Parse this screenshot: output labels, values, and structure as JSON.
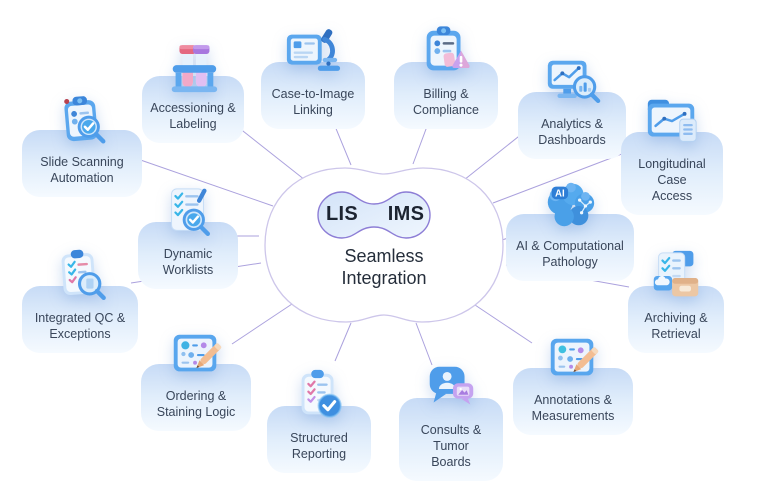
{
  "center": {
    "lis": "LIS",
    "ims": "IMS",
    "title": "Seamless\nIntegration"
  },
  "nodes": [
    {
      "label": "Slide Scanning\nAutomation",
      "icon": "clipboard-scan-magnifier-icon"
    },
    {
      "label": "Accessioning &\nLabeling",
      "icon": "test-tubes-rack-icon"
    },
    {
      "label": "Case-to-Image\nLinking",
      "icon": "document-microscope-icon"
    },
    {
      "label": "Billing &\nCompliance",
      "icon": "clipboard-warning-icon"
    },
    {
      "label": "Analytics &\nDashboards",
      "icon": "monitor-chart-magnifier-icon"
    },
    {
      "label": "Longitudinal Case\nAccess",
      "icon": "folder-timeline-document-icon"
    },
    {
      "label": "AI & Computational\nPathology",
      "icon": "ai-brain-icon",
      "badge": "AI"
    },
    {
      "label": "Archiving &\nRetrieval",
      "icon": "documents-archive-box-icon"
    },
    {
      "label": "Annotations &\nMeasurements",
      "icon": "slide-annotation-pencil-icon"
    },
    {
      "label": "Consults & Tumor\nBoards",
      "icon": "chat-bubbles-person-icon"
    },
    {
      "label": "Structured\nReporting",
      "icon": "clipboard-check-badge-icon"
    },
    {
      "label": "Ordering &\nStaining Logic",
      "icon": "slide-staining-pencil-icon"
    },
    {
      "label": "Integrated QC &\nExceptions",
      "icon": "clipboard-qc-magnifier-icon"
    },
    {
      "label": "Dynamic\nWorklists",
      "icon": "checklist-magnifier-icon"
    }
  ],
  "colors": {
    "connector_line": "#a79ddc",
    "outer_blob_border": "#cdc6ea",
    "inner_peanut_border": "#8d7ed6",
    "pill_gradient_top": "#c7dbf6",
    "pill_gradient_bottom": "#f5faff",
    "label_text": "#39465a",
    "title_text": "#252e3b",
    "icon_primary_blue": "#4f9dea"
  }
}
